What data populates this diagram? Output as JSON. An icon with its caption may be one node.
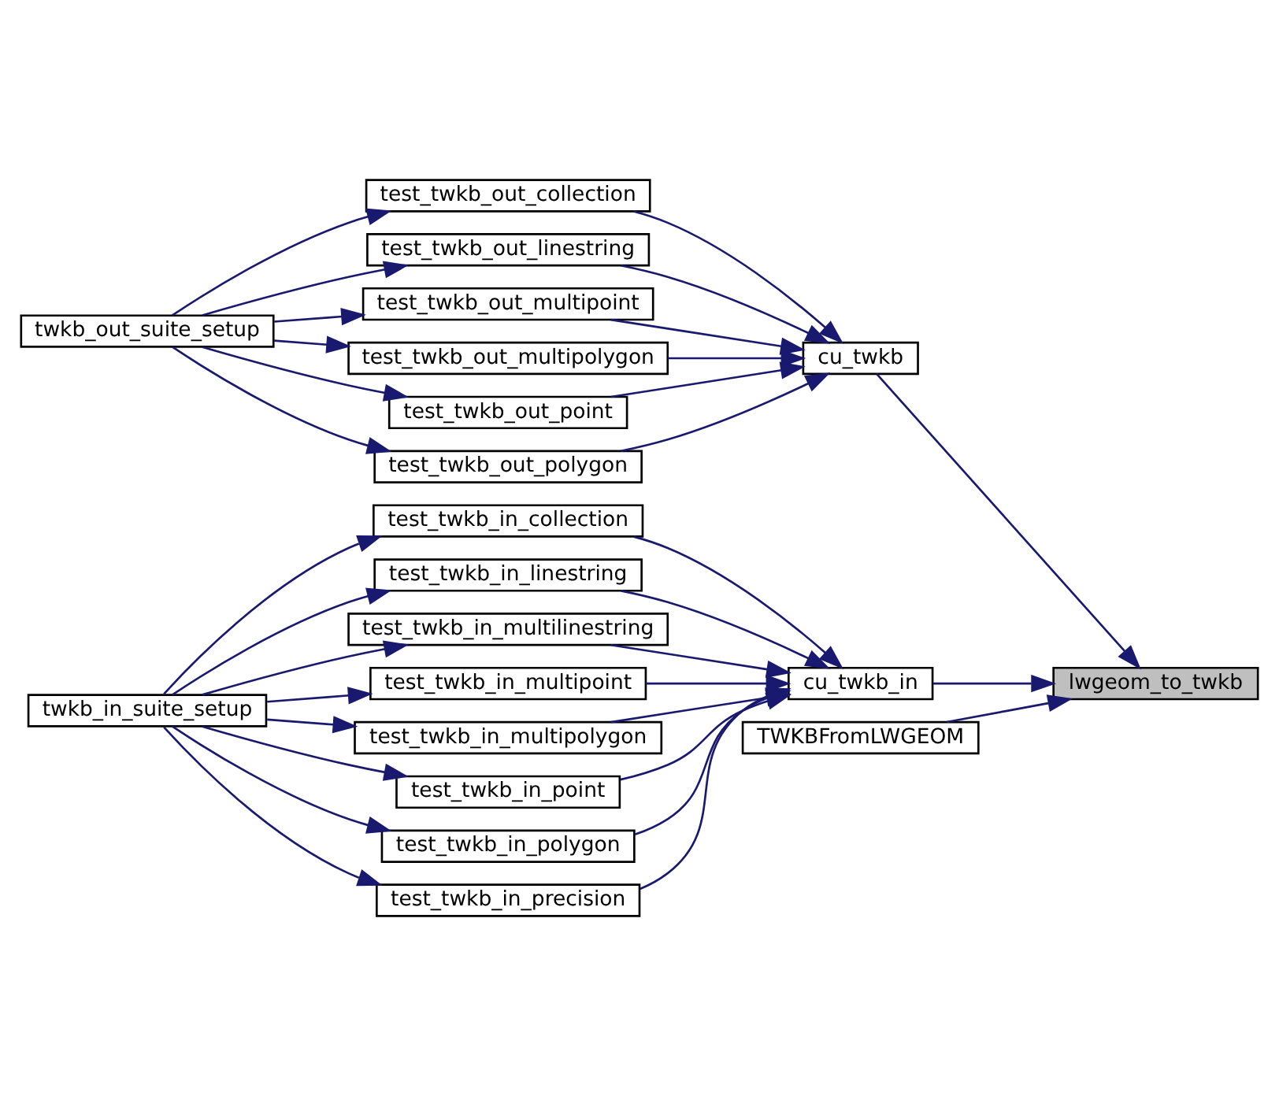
{
  "diagram": {
    "nodes": [
      {
        "text": [
          "lwgeom_to_twkb"
        ]
      },
      {
        "text": [
          "cu_twkb"
        ]
      },
      {
        "text": [
          "cu_twkb_in"
        ]
      },
      {
        "text": [
          "TWKBFromLWGEOM"
        ]
      },
      {
        "text": [
          "test_twkb_out_collection"
        ]
      },
      {
        "text": [
          "test_twkb_out_linestring"
        ]
      },
      {
        "text": [
          "test_twkb_out_multipoint"
        ]
      },
      {
        "text": [
          "test_twkb_out_multipolygon"
        ]
      },
      {
        "text": [
          "test_twkb_out_point"
        ]
      },
      {
        "text": [
          "test_twkb_out_polygon"
        ]
      },
      {
        "text": [
          "twkb_out_suite_setup"
        ]
      },
      {
        "text": [
          "test_twkb_in_collection"
        ]
      },
      {
        "text": [
          "test_twkb_in_linestring"
        ]
      },
      {
        "text": [
          "test_twkb_in_multilinestring"
        ]
      },
      {
        "text": [
          "test_twkb_in_multipoint"
        ]
      },
      {
        "text": [
          "test_twkb_in_multipolygon"
        ]
      },
      {
        "text": [
          "test_twkb_in_point"
        ]
      },
      {
        "text": [
          "test_twkb_in_polygon"
        ]
      },
      {
        "text": [
          "test_twkb_in_precision"
        ]
      },
      {
        "text": [
          "twkb_in_suite_setup"
        ]
      }
    ],
    "edges": [
      {
        "from": 1,
        "to": 0,
        "arrow": "to"
      },
      {
        "from": 2,
        "to": 0,
        "arrow": "to"
      },
      {
        "from": 3,
        "to": 0,
        "arrow": "to"
      },
      {
        "from": 4,
        "to": 1,
        "arrow": "to"
      },
      {
        "from": 5,
        "to": 1,
        "arrow": "to"
      },
      {
        "from": 6,
        "to": 1,
        "arrow": "to"
      },
      {
        "from": 7,
        "to": 1,
        "arrow": "to"
      },
      {
        "from": 8,
        "to": 1,
        "arrow": "to"
      },
      {
        "from": 9,
        "to": 1,
        "arrow": "to"
      },
      {
        "from": 10,
        "to": 4,
        "arrow": "to"
      },
      {
        "from": 10,
        "to": 5,
        "arrow": "to"
      },
      {
        "from": 10,
        "to": 6,
        "arrow": "to"
      },
      {
        "from": 10,
        "to": 7,
        "arrow": "to"
      },
      {
        "from": 10,
        "to": 8,
        "arrow": "to"
      },
      {
        "from": 10,
        "to": 9,
        "arrow": "to"
      },
      {
        "from": 11,
        "to": 2,
        "arrow": "to"
      },
      {
        "from": 12,
        "to": 2,
        "arrow": "to"
      },
      {
        "from": 13,
        "to": 2,
        "arrow": "to"
      },
      {
        "from": 14,
        "to": 2,
        "arrow": "to"
      },
      {
        "from": 15,
        "to": 2,
        "arrow": "to"
      },
      {
        "from": 16,
        "to": 2,
        "arrow": "to"
      },
      {
        "from": 17,
        "to": 2,
        "arrow": "to"
      },
      {
        "from": 18,
        "to": 2,
        "arrow": "to"
      },
      {
        "from": 19,
        "to": 11,
        "arrow": "to"
      },
      {
        "from": 19,
        "to": 12,
        "arrow": "to"
      },
      {
        "from": 19,
        "to": 13,
        "arrow": "to"
      },
      {
        "from": 19,
        "to": 14,
        "arrow": "to"
      },
      {
        "from": 19,
        "to": 15,
        "arrow": "to"
      },
      {
        "from": 19,
        "to": 16,
        "arrow": "to"
      },
      {
        "from": 19,
        "to": 17,
        "arrow": "to"
      },
      {
        "from": 19,
        "to": 18,
        "arrow": "to"
      }
    ]
  }
}
